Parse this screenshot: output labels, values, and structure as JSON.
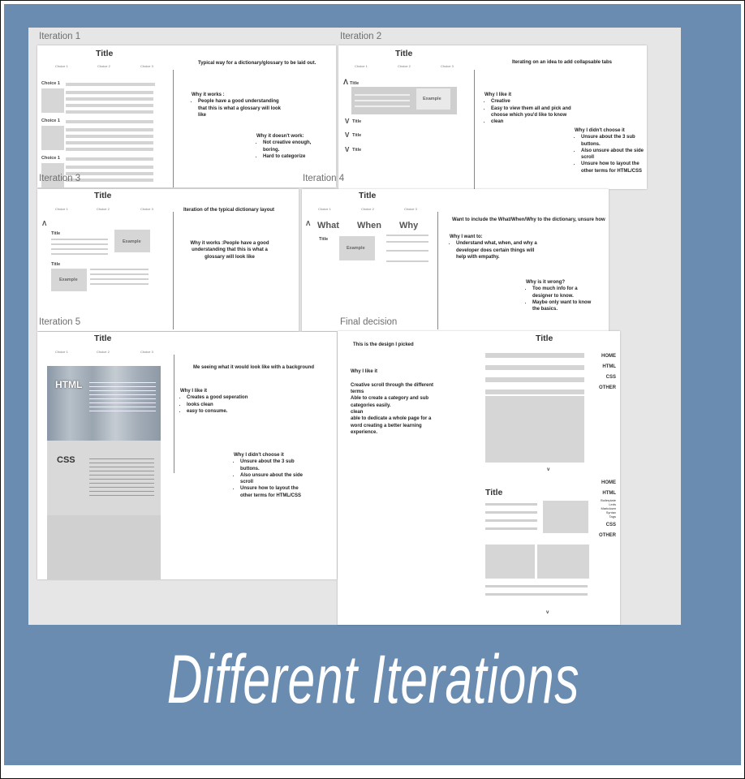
{
  "labels": {
    "it1": "Iteration 1",
    "it2": "Iteration 2",
    "it3": "Iteration 3",
    "it4": "Iteration 4",
    "it5": "Iteration 5",
    "final": "Final decision"
  },
  "common": {
    "title": "Title",
    "choice1": "Choice 1",
    "choice2": "Choice 2",
    "choice3": "Choice 3",
    "example": "Example"
  },
  "a1": {
    "desc": "Typical way for a dictionary/glossary to be laid out.",
    "works_head": "Why it works :",
    "works_b1": "People have a good understanding that this is what a glossary will look like",
    "doesnt_head": "Why it doesn't work:",
    "doesnt_b1": "Not creative enough, boring.",
    "doesnt_b2": "Hard to categorize"
  },
  "a2": {
    "desc": "Iterating on an idea to add collapsable tabs",
    "like_head": "Why I like it",
    "like_b1": "Creative",
    "like_b2": "Easy to view them all and pick and choose which you'd like to know",
    "like_b3": "clean",
    "didnt_head": "Why I didn't choose it",
    "didnt_b1": "Unsure about the 3 sub buttons.",
    "didnt_b2": "Also unsure about the side scroll",
    "didnt_b3": "Unsure how to layout the other terms for HTML/CSS",
    "caret_up": "Λ",
    "caret_down": "V"
  },
  "a3": {
    "desc": "Iteration of the typical dictionary layout",
    "works": "Why it works :People have a good understanding that this is what a glossary will look like",
    "caret": "Λ"
  },
  "a4": {
    "desc": "Want to include the What/When/Why to the dictionary, unsure how",
    "what": "What",
    "when": "When",
    "why": "Why",
    "want_head": "Why I want to:",
    "want_b1": "Understand what, when, and why a developer does certain things will help with empathy.",
    "wrong_head": "Why is it wrong?",
    "wrong_b1": "Too much info for a designer to know.",
    "wrong_b2": "Maybe only want to know the basics."
  },
  "a5": {
    "desc": "Me seeing what it would look like with a background",
    "html": "HTML",
    "css": "CSS",
    "like_head": "Why I like it",
    "like_b1": "Creates a good seperation",
    "like_b2": "looks clean",
    "like_b3": "easy to consume.",
    "didnt_head": "Why I didn't choose it",
    "didnt_b1": "Unsure about the 3 sub buttons.",
    "didnt_b2": "Also unsure about the side scroll",
    "didnt_b3": "Unsure how to layout the other terms for HTML/CSS"
  },
  "a6": {
    "picked": "This is the design I picked",
    "like_head": "Why I like it",
    "like_body": "Creative scroll through the different terms\nAble to create a category and sub categories easily.\nclean\nable to dedicate a whole page for a word creating a better learning experience.",
    "nav_home": "HOME",
    "nav_html": "HTML",
    "nav_css": "CSS",
    "nav_other": "OTHER",
    "sub1": "Boilerplate",
    "sub2": "Leds",
    "sub3": "Markdown",
    "sub4": "Syntax",
    "sub5": "Tags",
    "chev": "v"
  },
  "heading": "Different Iterations"
}
